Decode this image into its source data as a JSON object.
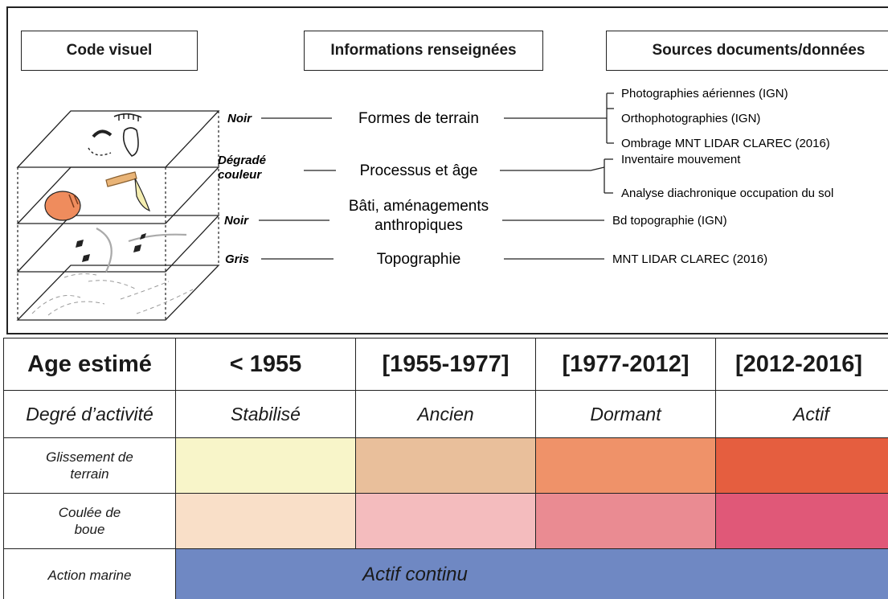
{
  "header": {
    "visual_code": "Code visuel",
    "info": "Informations renseignées",
    "sources": "Sources documents/données"
  },
  "rows": [
    {
      "color_label": "Noir",
      "info": "Formes de terrain",
      "sources": [
        "Photographies aériennes (IGN)",
        "Orthophotographies (IGN)",
        "Ombrage MNT LIDAR CLAREC (2016)"
      ]
    },
    {
      "color_label_1": "Dégradé",
      "color_label_2": "couleur",
      "info": "Processus et âge",
      "sources": [
        "Inventaire mouvement",
        "Analyse diachronique occupation du sol"
      ]
    },
    {
      "color_label": "Noir",
      "info_1": "Bâti, aménagements",
      "info_2": "anthropiques",
      "sources": [
        "Bd topographie (IGN)"
      ]
    },
    {
      "color_label": "Gris",
      "info": "Topographie",
      "sources": [
        "MNT LIDAR CLAREC (2016)"
      ]
    }
  ],
  "table": {
    "age_label": "Age estimé",
    "ages": [
      "< 1955",
      "[1955-1977]",
      "[1977-2012]",
      "[2012-2016]"
    ],
    "activity_label": "Degré d’activité",
    "activities": [
      "Stabilisé",
      "Ancien",
      "Dormant",
      "Actif"
    ],
    "row_glissement_1": "Glissement de",
    "row_glissement_2": "terrain",
    "row_coulee_1": "Coulée de",
    "row_coulee_2": "boue",
    "row_marine": "Action marine",
    "marine_value": "Actif continu",
    "colors": {
      "glissement": [
        "#f8f5c9",
        "#e9bf9b",
        "#ef9269",
        "#e55e3f"
      ],
      "coulee": [
        "#f9dfc8",
        "#f4bcbe",
        "#ea8b92",
        "#e05878"
      ],
      "marine": "#6f88c3"
    }
  }
}
